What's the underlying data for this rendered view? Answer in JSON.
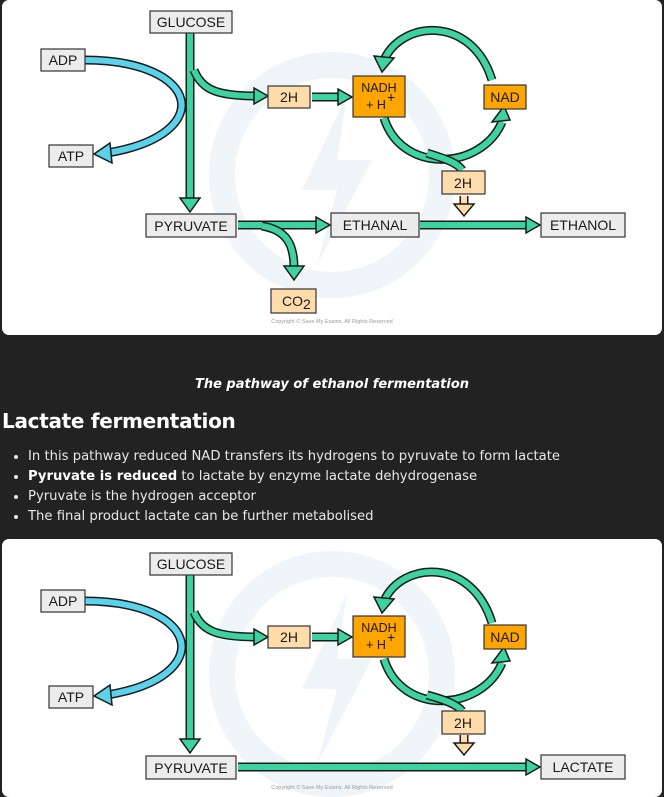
{
  "diagram1": {
    "glucose": "GLUCOSE",
    "adp": "ADP",
    "atp": "ATP",
    "two_h_left": "2H",
    "nadh_line1": "NADH",
    "nadh_line2": "+ H",
    "nadh_sup": "+",
    "nad": "NAD",
    "two_h_bottom": "2H",
    "pyruvate": "PYRUVATE",
    "ethanal": "ETHANAL",
    "ethanol": "ETHANOL",
    "co2_main": "CO",
    "co2_sub": "2",
    "copyright": "Copyright © Save My Exams. All Rights Reserved"
  },
  "caption": "The pathway of ethanol fermentation",
  "section_heading": "Lactate fermentation",
  "bullets": [
    {
      "bold": "",
      "text": "In this pathway reduced NAD transfers its hydrogens to pyruvate to form lactate"
    },
    {
      "bold": "Pyruvate is reduced",
      "text": " to lactate by enzyme lactate dehydrogenase"
    },
    {
      "bold": "",
      "text": "Pyruvate is the hydrogen acceptor"
    },
    {
      "bold": "",
      "text": "The final product lactate can be further metabolised"
    }
  ],
  "diagram2": {
    "glucose": "GLUCOSE",
    "adp": "ADP",
    "atp": "ATP",
    "two_h_left": "2H",
    "nadh_line1": "NADH",
    "nadh_line2": "+ H",
    "nadh_sup": "+",
    "nad": "NAD",
    "two_h_bottom": "2H",
    "pyruvate": "PYRUVATE",
    "lactate": "LACTATE",
    "copyright": "Copyright © Save My Exams. All Rights Reserved"
  },
  "colors": {
    "green_arrow": "#3dd3a0",
    "blue_arrow": "#5ad2ea",
    "orange_box": "#ffa500",
    "peach_box": "#ffdcaa",
    "grey_box": "#ececec"
  }
}
